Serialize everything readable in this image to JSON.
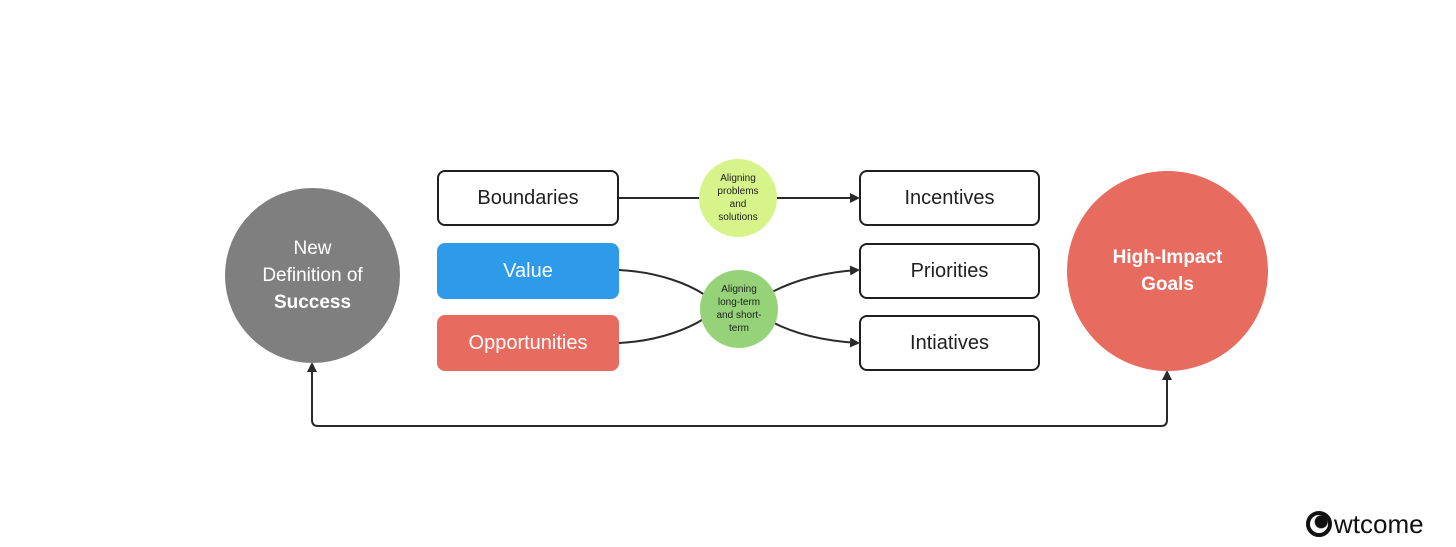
{
  "left_circle": {
    "line1": "New",
    "line2": "Definition of",
    "line3": "Success"
  },
  "right_circle": {
    "line1": "High-Impact",
    "line2": "Goals"
  },
  "left_boxes": [
    "Boundaries",
    "Value",
    "Opportunities"
  ],
  "right_boxes": [
    "Incentives",
    "Priorities",
    "Intiatives"
  ],
  "aligners": [
    {
      "lines": [
        "Aligning",
        "problems",
        "and",
        "solutions"
      ]
    },
    {
      "lines": [
        "Aligning",
        "long-term",
        "and short-",
        "term"
      ]
    }
  ],
  "logo": {
    "text": "wtcome"
  },
  "colors": {
    "blue": "#2e9aea",
    "red": "#e86b5f",
    "gray": "#7f7f7f",
    "light_green": "#d6f48a",
    "green": "#96d378"
  }
}
